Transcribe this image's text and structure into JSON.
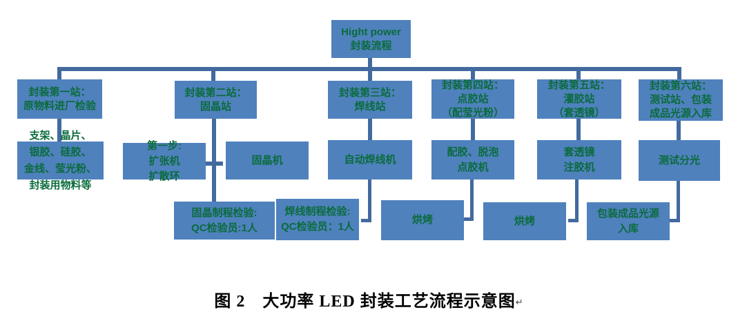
{
  "colors": {
    "box_fill": "#4F81BD",
    "connector": "#436A9F",
    "text_green": "#0A6B3C",
    "caption_color": "#000000"
  },
  "flow": {
    "root": "Hight power\n封装流程",
    "stations": {
      "s1": "封装第一站：\n原物料进厂检验",
      "s2": "封装第二站：\n固晶站",
      "s3": "封装第三站：\n焊线站",
      "s4": "封装第四站：\n点胶站\n（配莹光粉）",
      "s5": "封装第五站：\n灌胶站\n（套透镜）",
      "s6": "封装第六站：\n测试站、包装\n成品光源入库"
    },
    "processes": {
      "materials": "支架、晶片、\n银胶、硅胶、\n金线、莹光粉、\n封装用物料等",
      "step1": "第一步:\n扩张机\n扩散环",
      "die_bonder": "固晶机",
      "wire_bonder": "自动焊线机",
      "dispenser": "配胶、脱泡\n点胶机",
      "lens_injector": "套透镜\n注胶机",
      "test_sorting": "测试分光"
    },
    "qc": {
      "die_bond_qc": "固晶制程检验:\nQC检验员:1人",
      "wire_bond_qc": "焊线制程检验:\nQC检验员：1人",
      "bake1": "烘烤",
      "bake2": "烘烤",
      "packing": "包装成品光源\n入库"
    },
    "caption": "图 2　大功率 LED 封装工艺流程示意图",
    "caption_mark": "↵"
  }
}
